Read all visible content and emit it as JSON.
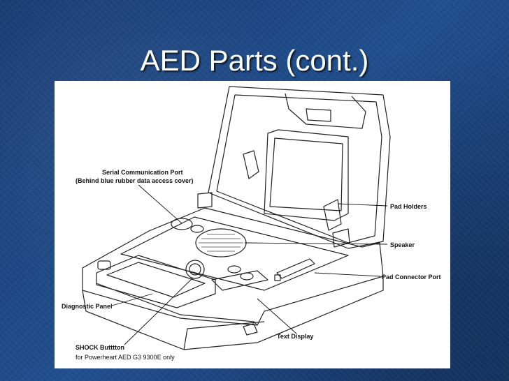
{
  "slide": {
    "title": "AED Parts (cont.)"
  },
  "labels": {
    "serial_port": "Serial Communication Port",
    "serial_port_note": "(Behind blue rubber data access cover)",
    "pad_holders": "Pad Holders",
    "speaker": "Speaker",
    "pad_connector": "Pad Connector Port",
    "diagnostic_panel": "Diagnostic Panel",
    "text_display": "Text Display",
    "shock_button": "SHOCK Butttton",
    "shock_note": "for Powerheart AED G3 9300E only"
  },
  "colors": {
    "background": "#1a3f78",
    "title": "#ffffff",
    "drawing": "#222222"
  }
}
